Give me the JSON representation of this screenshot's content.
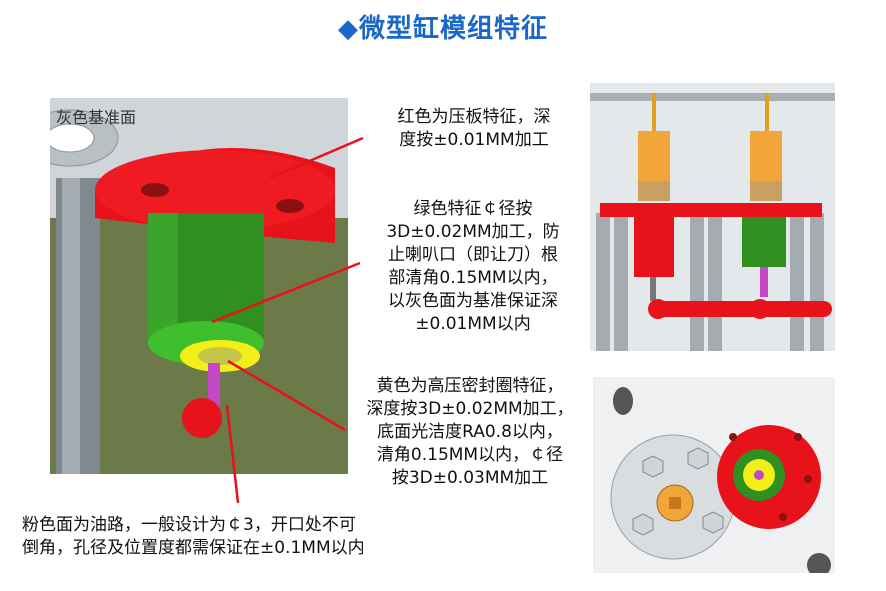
{
  "title": "◆微型缸模组特征",
  "images": {
    "main_label": "灰色基准面"
  },
  "notes": {
    "red": "红色为压板特征，深\n度按±0.01MM加工",
    "green": "绿色特征￠径按\n3D±0.02MM加工，防\n止喇叭口（即让刀）根\n部清角0.15MM以内，\n以灰色面为基准保证深\n±0.01MM以内",
    "yellow": "黄色为高压密封圈特征，\n深度按3D±0.02MM加工，\n底面光洁度RA0.8以内，\n清角0.15MM以内，￠径\n按3D±0.03MM加工",
    "pink": "粉色面为油路，一般设计为￠3，开口处不可\n倒角，孔径及位置度都需保证在±0.1MM以内"
  },
  "colors": {
    "title": "#1b67c9",
    "red": "#e8121b",
    "green": "#2f8f1f",
    "yellow": "#f3ee1a",
    "pink": "#c447c4",
    "gray": "#9aa0a6",
    "base": "#6d7a4b"
  }
}
